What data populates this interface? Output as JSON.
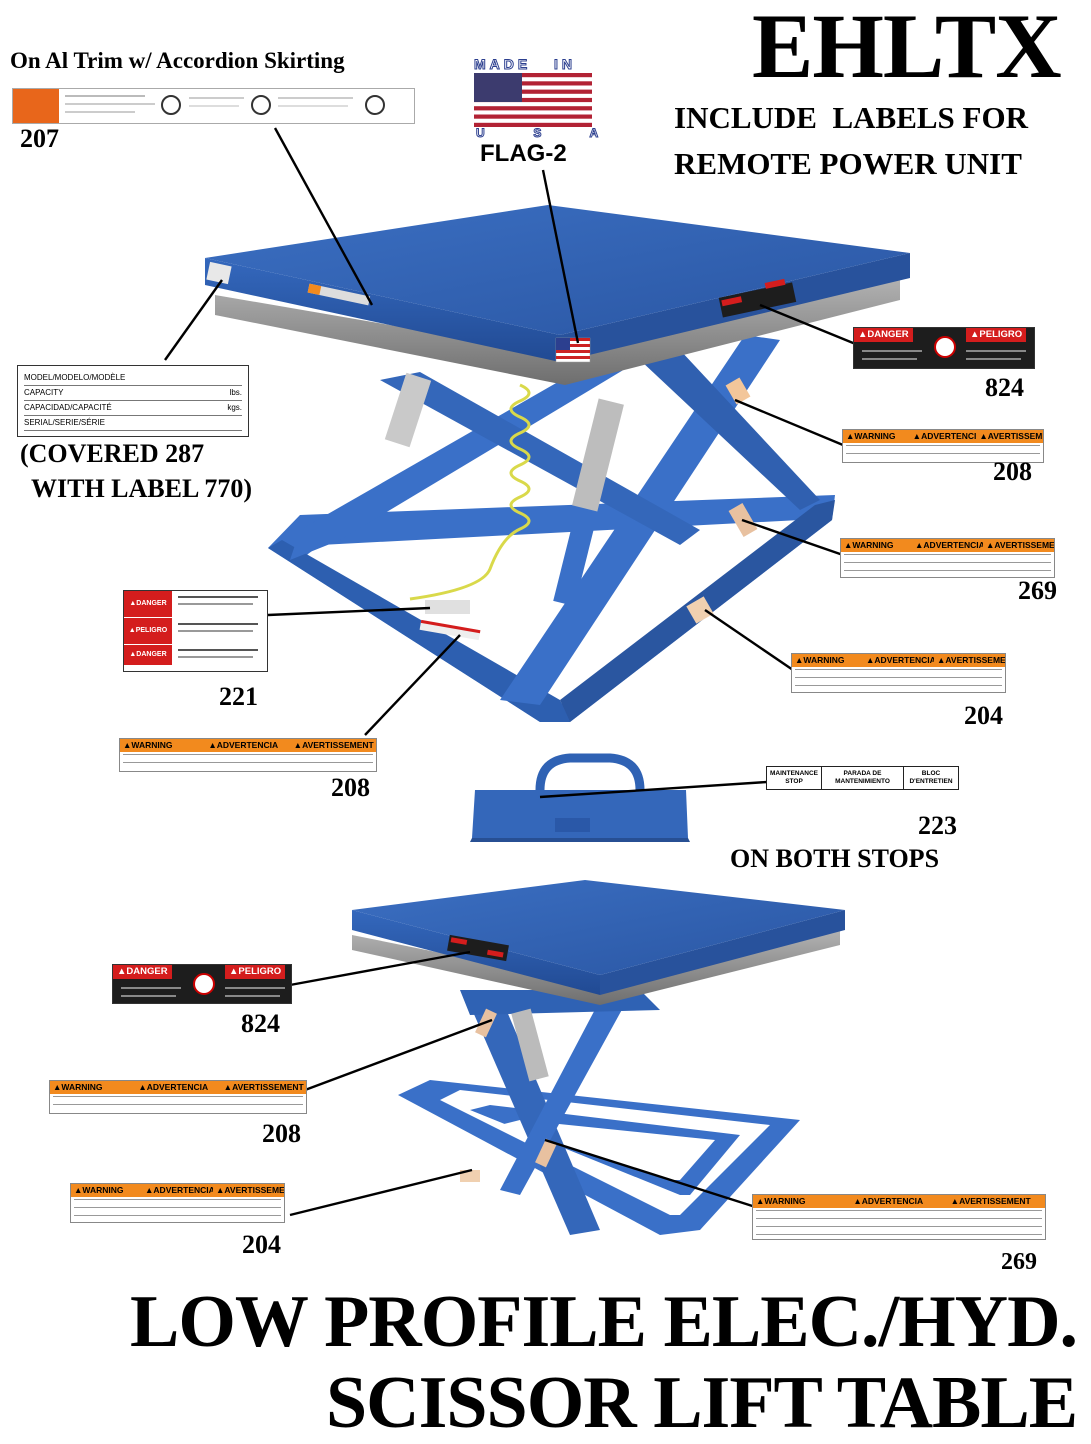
{
  "header": {
    "model": "EHLTX",
    "include_line1": "INCLUDE  LABELS FOR",
    "include_line2": "REMOTE POWER UNIT",
    "al_trim": "On Al Trim w/ Accordion Skirting"
  },
  "flag": {
    "made": "MADE",
    "in": "IN",
    "usa": "U  S  A",
    "code": "FLAG-2"
  },
  "label_numbers": {
    "n207": "207",
    "n824_top": "824",
    "n208_right": "208",
    "n269_right": "269",
    "n204_right": "204",
    "n221": "221",
    "n208_left": "208",
    "n223": "223",
    "on_both_stops": "ON BOTH STOPS",
    "n824_bottom": "824",
    "n208_bottom": "208",
    "n204_bottom": "204",
    "n269_bottom": "269"
  },
  "model_label": {
    "rows": [
      "MODEL/MODELO/MODÈLE",
      "CAPACITY",
      "CAPACIDAD/CAPACITÉ",
      "SERIAL/SERIE/SÉRIE"
    ],
    "units": [
      "",
      "lbs.",
      "kgs.",
      ""
    ],
    "note_line1": "(COVERED 287",
    "note_line2": "WITH LABEL 770)"
  },
  "warning_header": [
    "▲WARNING",
    "▲ADVERTENCIA",
    "▲AVERTISSEMENT"
  ],
  "danger_tags": {
    "danger": "▲DANGER",
    "peligro": "▲PELIGRO"
  },
  "label_221_tags": [
    "▲DANGER",
    "▲PELIGRO",
    "▲DANGER"
  ],
  "stop_label": [
    "MAINTENANCE STOP",
    "PARADA DE MANTENIMIENTO",
    "BLOC D'ENTRETIEN"
  ],
  "footer": {
    "line1": "LOW PROFILE ELEC./HYD.",
    "line2": "SCISSOR LIFT TABLE"
  },
  "colors": {
    "table_blue": "#2f62b4",
    "frame_blue": "#3a70c8",
    "warning_orange": "#f28a1e",
    "danger_red": "#d41d1d"
  }
}
